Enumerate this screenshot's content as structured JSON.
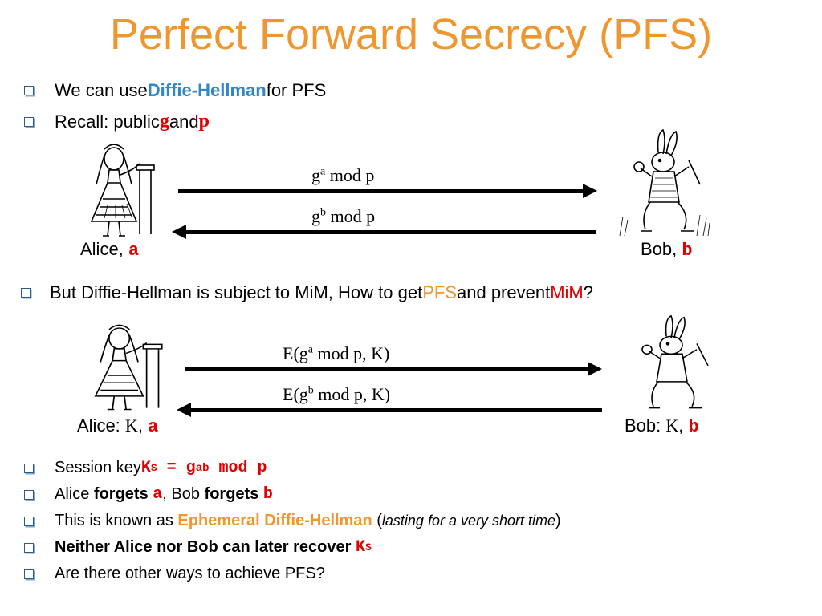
{
  "title": "Perfect Forward Secrecy (PFS)",
  "bullets_top": {
    "b1": {
      "pre": "We can use ",
      "hl": "Diffie-Hellman",
      "post": " for PFS"
    },
    "b2": {
      "pre": "Recall: public ",
      "g": "g",
      "mid": " and ",
      "p": "p"
    }
  },
  "diagram1": {
    "msg1": {
      "base": "g",
      "exp": "a",
      "rest": " mod p"
    },
    "msg2": {
      "base": "g",
      "exp": "b",
      "rest": " mod p"
    },
    "alice": {
      "label": "Alice, ",
      "key": "a"
    },
    "bob": {
      "label": "Bob, ",
      "key": "b"
    }
  },
  "middle_bullet": {
    "pre": "But Diffie-Hellman is subject to MiM, How to get ",
    "pfs": "PFS",
    "mid": " and prevent ",
    "mim": "MiM",
    "end": "?"
  },
  "diagram2": {
    "msg1": {
      "pre": "E(g",
      "exp": "a",
      "rest": " mod p, K)"
    },
    "msg2": {
      "pre": "E(g",
      "exp": "b",
      "rest": " mod p, K)"
    },
    "alice": {
      "label": "Alice: ",
      "k": "K",
      "sep": ", ",
      "key": "a"
    },
    "bob": {
      "label": "Bob: ",
      "k": "K",
      "sep": ", ",
      "key": "b"
    }
  },
  "bottom_bullets": {
    "b1": {
      "pre": "Session key ",
      "ks": "K",
      "ks_sub": "S",
      "eq": " = g",
      "exp": "ab",
      "rest": " mod p"
    },
    "b2": {
      "alice": "Alice ",
      "forgets1": "forgets",
      "a": "a",
      "bob": ", Bob ",
      "forgets2": "forgets",
      "b": "b"
    },
    "b3": {
      "pre": "This is known as ",
      "hl": "Ephemeral Diffie-Hellman",
      "open": " (",
      "ital": "lasting for a very short time",
      "close": ")"
    },
    "b4": {
      "text": "Neither Alice nor Bob can later recover ",
      "ks": "K",
      "ks_sub": "S"
    },
    "b5": {
      "text": "Are there other ways to achieve PFS?"
    }
  },
  "colors": {
    "title": "#f0962e",
    "highlight_blue": "#2f86c9",
    "red": "#e00000",
    "orange": "#f0962e"
  },
  "icons": {
    "alice": "alice-illustration",
    "bob": "white-rabbit-illustration",
    "bullet": "square-bullet-icon"
  }
}
